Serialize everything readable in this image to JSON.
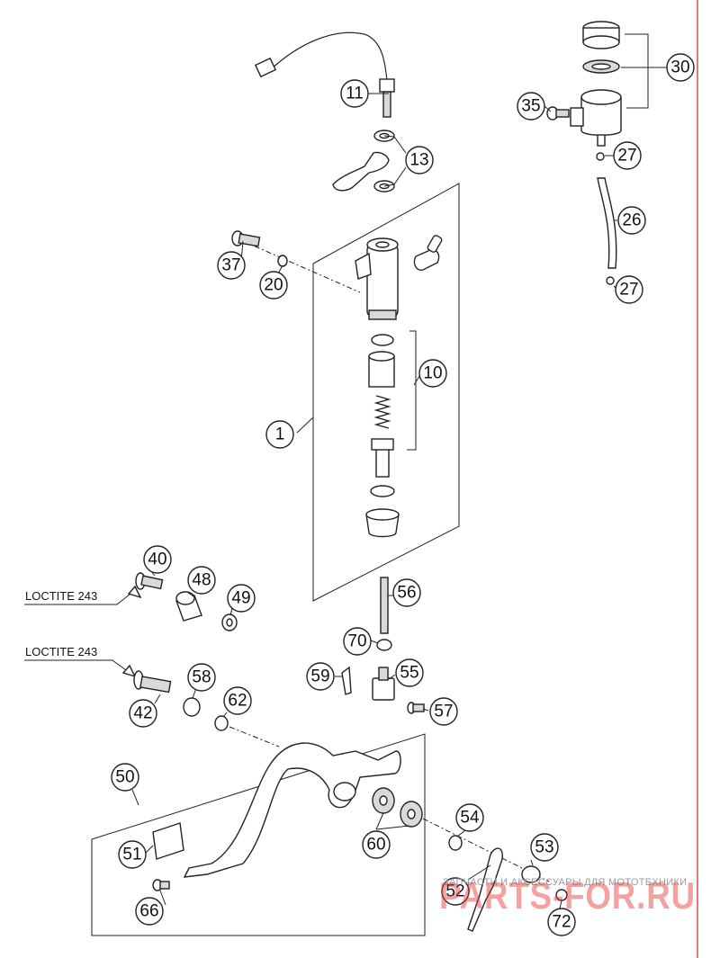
{
  "diagram": {
    "callouts": {
      "p1": "1",
      "p10": "10",
      "p11": "11",
      "p13": "13",
      "p20": "20",
      "p26": "26",
      "p27a": "27",
      "p27b": "27",
      "p30": "30",
      "p35": "35",
      "p37": "37",
      "p40": "40",
      "p42": "42",
      "p48": "48",
      "p49": "49",
      "p50": "50",
      "p51": "51",
      "p52": "52",
      "p53": "53",
      "p54": "54",
      "p55": "55",
      "p56": "56",
      "p57": "57",
      "p58": "58",
      "p59": "59",
      "p60": "60",
      "p62": "62",
      "p66": "66",
      "p70": "70",
      "p72": "72"
    },
    "notes": {
      "loctite_upper": "LOCTITE 243",
      "loctite_lower": "LOCTITE 243"
    }
  },
  "watermark": {
    "tagline": "ЗАПЧАСТИ И АКСЕССУАРЫ ДЛЯ МОТОТЕХНИКИ",
    "logo": "PARTS-FOR.RU",
    "logo_color": "#e0302e"
  },
  "colors": {
    "line": "#222222",
    "background": "#ffffff",
    "margin_line": "#e01b1b"
  }
}
